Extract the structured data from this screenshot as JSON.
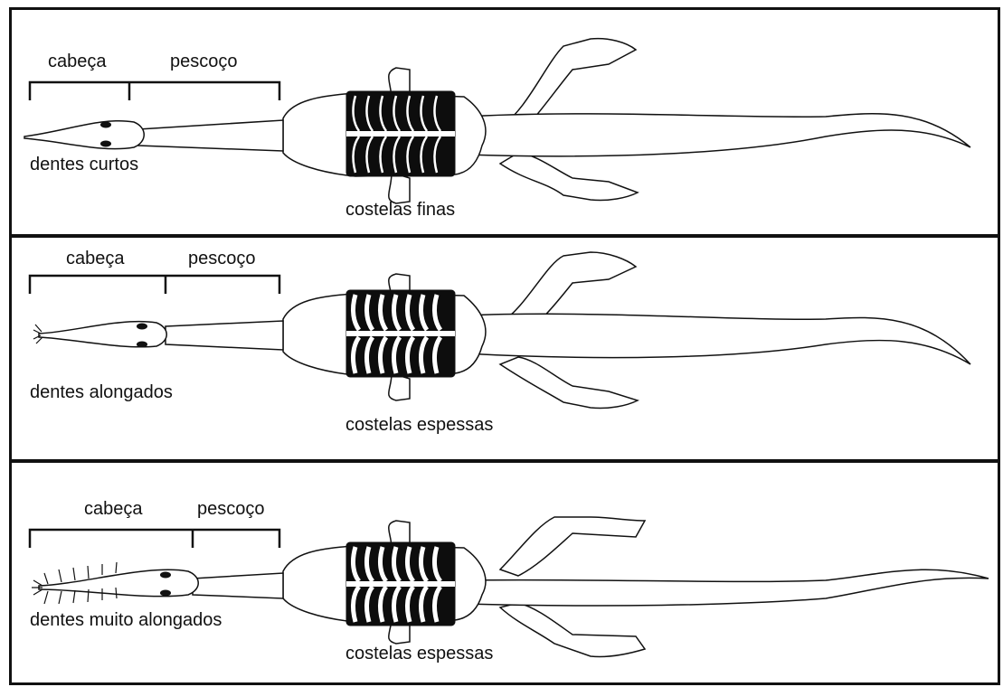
{
  "panels": [
    {
      "head_label": "cabeça",
      "neck_label": "pescoço",
      "teeth_label": "dentes curtos",
      "ribs_label": "costelas finas",
      "teeth": "short",
      "ribs": "thin"
    },
    {
      "head_label": "cabeça",
      "neck_label": "pescoço",
      "teeth_label": "dentes alongados",
      "ribs_label": "costelas espessas",
      "teeth": "elongated",
      "ribs": "thick"
    },
    {
      "head_label": "cabeça",
      "neck_label": "pescoço",
      "teeth_label": "dentes muito alongados",
      "ribs_label": "costelas espessas",
      "teeth": "very-elongated",
      "ribs": "thick"
    }
  ],
  "colors": {
    "line": "#111111",
    "body_fill": "#ffffff",
    "ribcage": "#0d0d0d"
  }
}
